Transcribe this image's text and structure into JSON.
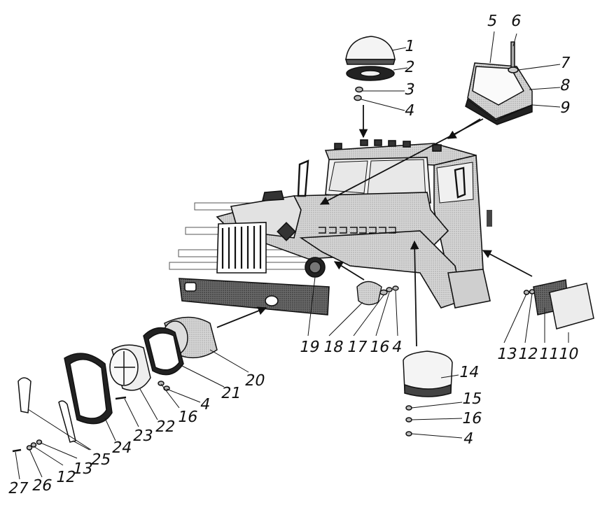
{
  "callouts": {
    "c1": "1",
    "c2": "2",
    "c3": "3",
    "c4a": "4",
    "c5": "5",
    "c6": "6",
    "c7": "7",
    "c8": "8",
    "c9": "9",
    "c10": "10",
    "c11": "11",
    "c12a": "12",
    "c13a": "13",
    "c14": "14",
    "c15": "15",
    "c16a": "16",
    "c4b": "4",
    "c19": "19",
    "c18": "18",
    "c17": "17",
    "c16b": "16",
    "c4c": "4",
    "c20": "20",
    "c21": "21",
    "c4d": "4",
    "c16c": "16",
    "c22": "22",
    "c23": "23",
    "c24": "24",
    "c25": "25",
    "c13b": "13",
    "c12b": "12",
    "c26": "26",
    "c27": "27"
  },
  "colors": {
    "ink": "#111111",
    "paper": "#ffffff",
    "shade": "#bdbdbd",
    "dark": "#3a3a3a"
  }
}
